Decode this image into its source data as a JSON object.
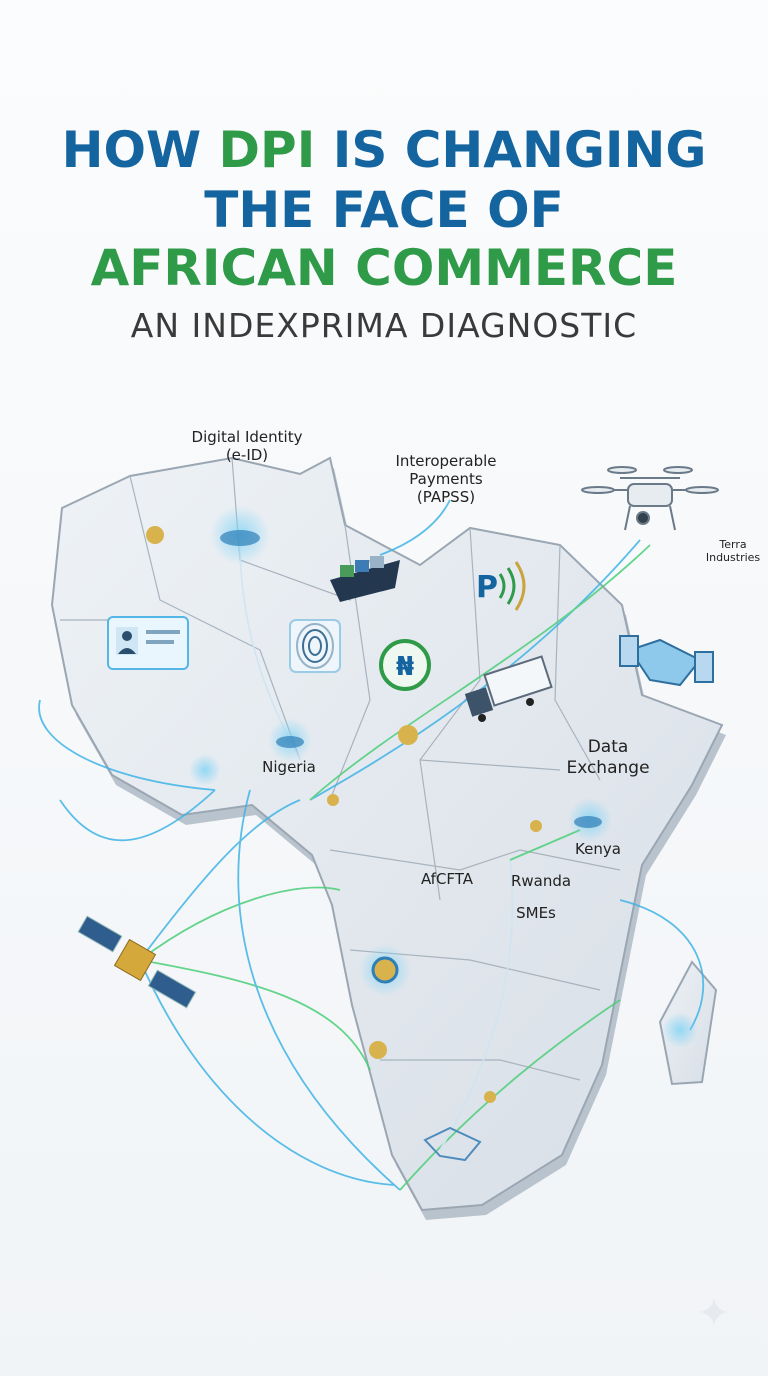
{
  "header": {
    "title_line1_a": "HOW ",
    "title_line1_b": "DPI",
    "title_line1_c": " IS CHANGING",
    "title_line2": "THE FACE OF",
    "title_line3": "AFRICAN COMMERCE",
    "subtitle": "AN INDEXPRIMA DIAGNOSTIC"
  },
  "colors": {
    "blue": "#14649f",
    "green": "#2f9a48",
    "link_blue": "#3fb4e6",
    "link_green": "#4ccf7a"
  },
  "map": {
    "labels": {
      "digital_identity": "Digital Identity",
      "digital_identity_sub": "(e-ID)",
      "payments": "Interoperable",
      "payments_2": "Payments",
      "payments_3": "(PAPSS)",
      "terra_1": "Terra",
      "terra_2": "Industries",
      "nigeria": "Nigeria",
      "data_1": "Data",
      "data_2": "Exchange",
      "kenya": "Kenya",
      "afcfta": "AfCFTA",
      "rwanda": "Rwanda",
      "smes": "SMEs"
    },
    "payment_icon_text": "P",
    "naira_symbol": "₦",
    "icons": [
      "id-card-icon",
      "fingerprint-icon",
      "naira-coin-icon",
      "payment-contactless-icon",
      "cargo-ship-icon",
      "truck-icon",
      "drone-icon",
      "handshake-icon",
      "satellite-icon"
    ]
  }
}
